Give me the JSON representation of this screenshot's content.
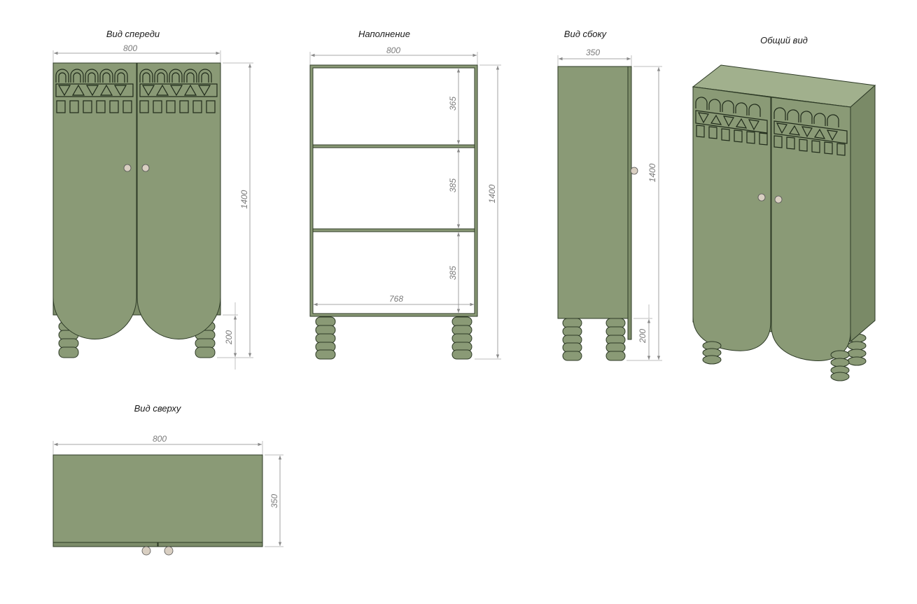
{
  "colors": {
    "body": "#8a9a76",
    "body_dark": "#6f7f5f",
    "body_light": "#9aa986",
    "edge": "#2d3a26",
    "knob": "#d9cfc2",
    "dimension": "#8a8a8a"
  },
  "views": {
    "front": {
      "title": "Вид спереди",
      "width_label": "800",
      "height_label": "1400",
      "leg_label": "200"
    },
    "filling": {
      "title": "Наполнение",
      "width_label": "800",
      "height_label": "1400",
      "shelf_labels": [
        "365",
        "385",
        "385"
      ],
      "inner_width_label": "768"
    },
    "side": {
      "title": "Вид сбоку",
      "depth_label": "350",
      "height_label": "1400",
      "leg_label": "200"
    },
    "general": {
      "title": "Общий вид"
    },
    "top": {
      "title": "Вид сверху",
      "width_label": "800",
      "depth_label": "350"
    }
  }
}
